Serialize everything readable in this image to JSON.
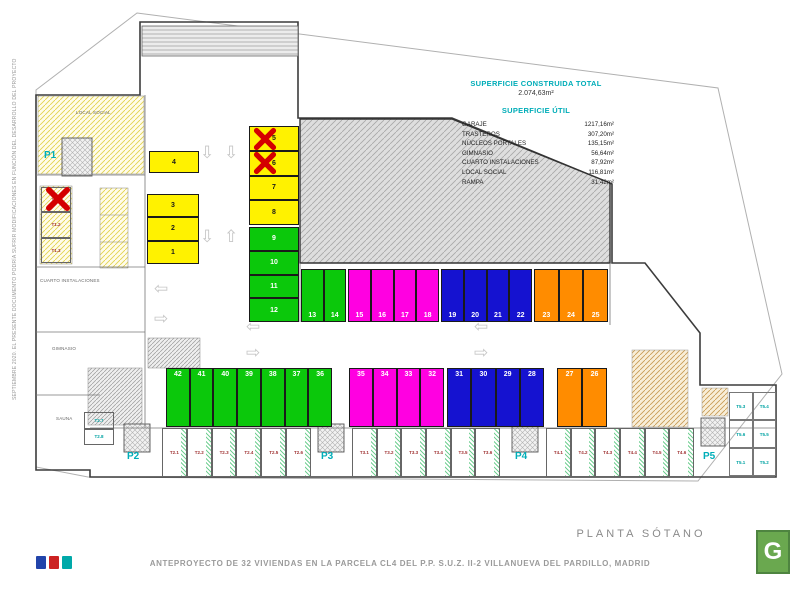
{
  "meta": {
    "plan_title": "PLANTA SÓTANO",
    "footer": "ANTEPROYECTO DE 32 VIVIENDAS EN LA PARCELA CL4 DEL P.P. S.U.Z. II-2 VILLANUEVA DEL PARDILLO, MADRID",
    "side_note": "SEPTIEMBRE 2020. EL PRESENTE DOCUMENTO PODRÍA SUFRIR MODIFICACIONES EN FUNCIÓN DEL DESARROLLO DEL PROYECTO",
    "logo_letter": "G"
  },
  "summary": {
    "built_title": "SUPERFICIE CONSTRUIDA TOTAL",
    "built_value": "2.074,63m²",
    "useful_title": "SUPERFICIE ÚTIL",
    "rows": [
      {
        "label": "GARAJE",
        "value": "1217,16m²"
      },
      {
        "label": "TRASTEROS",
        "value": "307,20m²"
      },
      {
        "label": "NÚCLEOS PORTALES",
        "value": "135,15m²"
      },
      {
        "label": "GIMNASIO",
        "value": "56,64m²"
      },
      {
        "label": "CUARTO INSTALACIONES",
        "value": "87,92m²"
      },
      {
        "label": "LOCAL SOCIAL",
        "value": "116,81m²"
      },
      {
        "label": "RAMPA",
        "value": "31,42m²"
      }
    ]
  },
  "colors": {
    "accent": "#00ADB8",
    "yellow": "#FFF200",
    "green": "#0BC80B",
    "magenta": "#FF00E1",
    "blue": "#1512D0",
    "orange": "#FF8C00",
    "red_x": "#D40000",
    "num_dark": "#1A1A1A",
    "num_light": "#FFFFFF",
    "t_red": "#A03434",
    "t_teal": "#00A3A3",
    "logo_blue": "#2244AA",
    "logo_red": "#CC2222",
    "logo_teal": "#00A9A9",
    "logo_green": "#6AA84F"
  },
  "icons": {
    "arrow_down": "⇩",
    "arrow_up": "⇧",
    "arrow_left": "⇦",
    "arrow_right": "⇨"
  },
  "rooms": {
    "local_social": "LOCAL SOCIAL",
    "cuarto_instalaciones": "CUARTO INSTALACIONES",
    "gimnasio": "GIMNASIO",
    "sauna": "SAUNA"
  },
  "portals": [
    "P1",
    "P2",
    "P3",
    "P4",
    "P5"
  ],
  "parking": {
    "spaces_top_single": [
      "4"
    ],
    "spaces_yellow_col": [
      "3",
      "2",
      "1"
    ],
    "spaces_yellow_mid": [
      "5",
      "6",
      "7",
      "8"
    ],
    "spaces_green_mid": [
      "9",
      "10",
      "11",
      "12"
    ],
    "spaces_green_pair": [
      "13",
      "14"
    ],
    "spaces_magenta_mid": [
      "15",
      "16",
      "17",
      "18"
    ],
    "spaces_blue_mid": [
      "19",
      "20",
      "21",
      "22"
    ],
    "spaces_orange_mid": [
      "23",
      "24",
      "25"
    ],
    "spaces_green_bottom": [
      "42",
      "41",
      "40",
      "39",
      "38",
      "37",
      "36"
    ],
    "spaces_magenta_bottom": [
      "35",
      "34",
      "33",
      "32"
    ],
    "spaces_blue_bottom": [
      "31",
      "30",
      "29",
      "28"
    ],
    "spaces_orange_bottom": [
      "27",
      "26"
    ]
  },
  "trasteros": {
    "t1": [
      "T1.1",
      "T1.2",
      "T1.3"
    ],
    "t2_side": [
      "T2.7",
      "T2.8"
    ],
    "t2": [
      "T2.1",
      "T2.2",
      "T2.3",
      "T2.4",
      "T2.5",
      "T2.6"
    ],
    "t3": [
      "T3.1",
      "T3.2",
      "T3.3",
      "T3.4",
      "T3.5",
      "T3.6"
    ],
    "t4": [
      "T4.1",
      "T4.2",
      "T4.3",
      "T4.4",
      "T4.5",
      "T4.6"
    ],
    "t5": [
      "T5.3",
      "T5.4",
      "T5.6",
      "T5.5",
      "T5.1",
      "T5.2"
    ]
  }
}
